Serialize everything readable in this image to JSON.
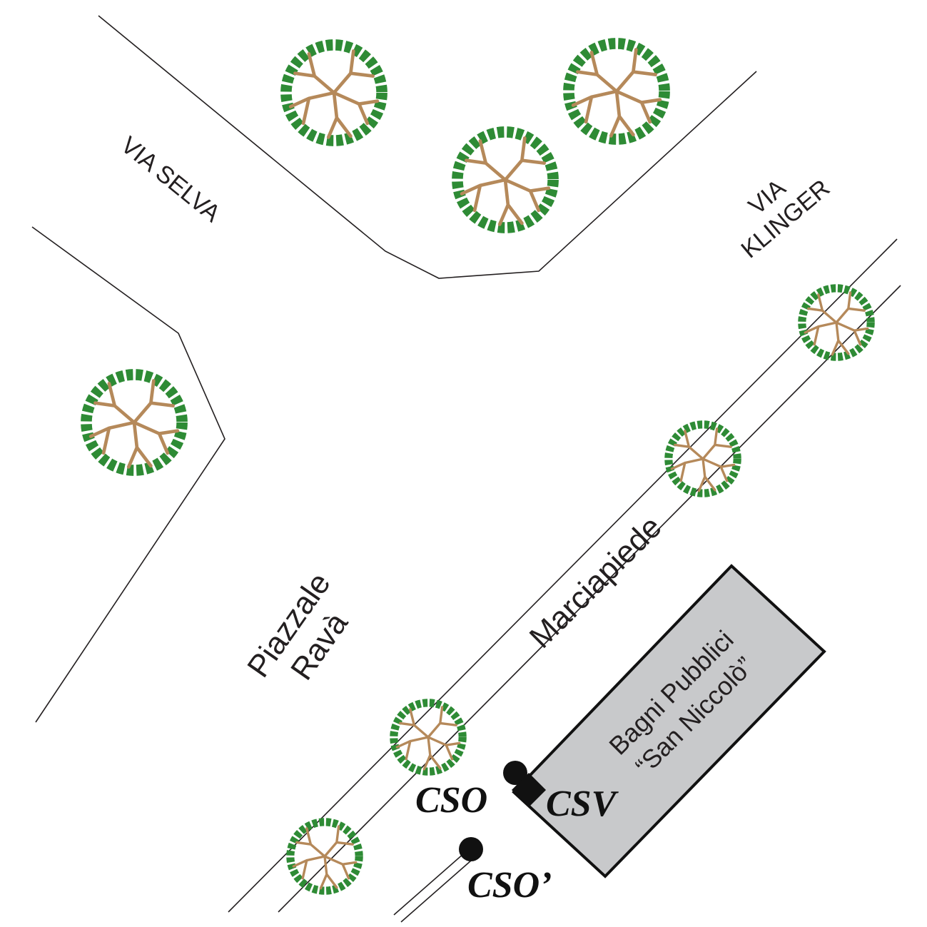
{
  "streets": {
    "via_selva": "VIA SELVA",
    "via_klinger": [
      "VIA",
      "KLINGER"
    ],
    "piazzale": [
      "Piazzale",
      "Ravà"
    ],
    "sidewalk": "Marciapiede"
  },
  "building": {
    "name_lines": [
      "Bagni Pubblici",
      "“San Niccolò”"
    ]
  },
  "markers": {
    "cso": "CSO",
    "csv": "CSV",
    "cso_prime": "CSO’"
  },
  "colors": {
    "foliage": "#2e8b35",
    "branches": "#b5895a",
    "building": "#c8c9cb",
    "lines": "#231f20"
  },
  "icons": [
    "tree-icon",
    "manhole-circle-icon",
    "valve-square-icon"
  ]
}
